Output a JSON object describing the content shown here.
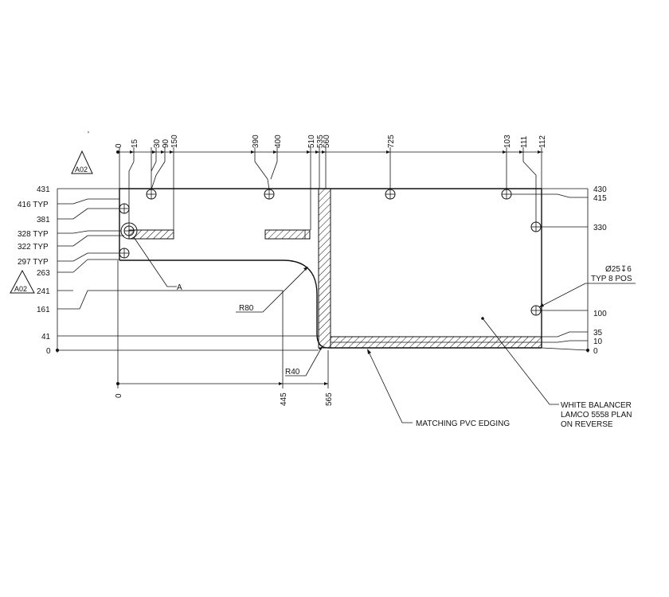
{
  "top_dimensions": [
    "0",
    "15",
    "30",
    "90",
    "150",
    "390",
    "400",
    "510",
    "535",
    "560",
    "725",
    "103",
    "111",
    "112"
  ],
  "left_dimensions": [
    "431",
    "416 TYP",
    "381",
    "328 TYP",
    "322 TYP",
    "297 TYP",
    "263",
    "241",
    "161",
    "41",
    "0"
  ],
  "right_dimensions": [
    "430",
    "415",
    "330",
    "100",
    "35",
    "10",
    "0"
  ],
  "bottom_dimensions": [
    "0",
    "445",
    "565"
  ],
  "top_mark": "'",
  "revision_tags": [
    "A02",
    "A02"
  ],
  "labels": {
    "detail": "A",
    "r80": "R80",
    "r40": "R40",
    "hole_spec_1": "Ø25↧6",
    "hole_spec_2": "TYP 8 POS",
    "edging": "MATCHING PVC EDGING",
    "note_line_1": "WHITE BALANCER",
    "note_line_2": "LAMCO 5558 PLAN",
    "note_line_3": "ON REVERSE"
  }
}
